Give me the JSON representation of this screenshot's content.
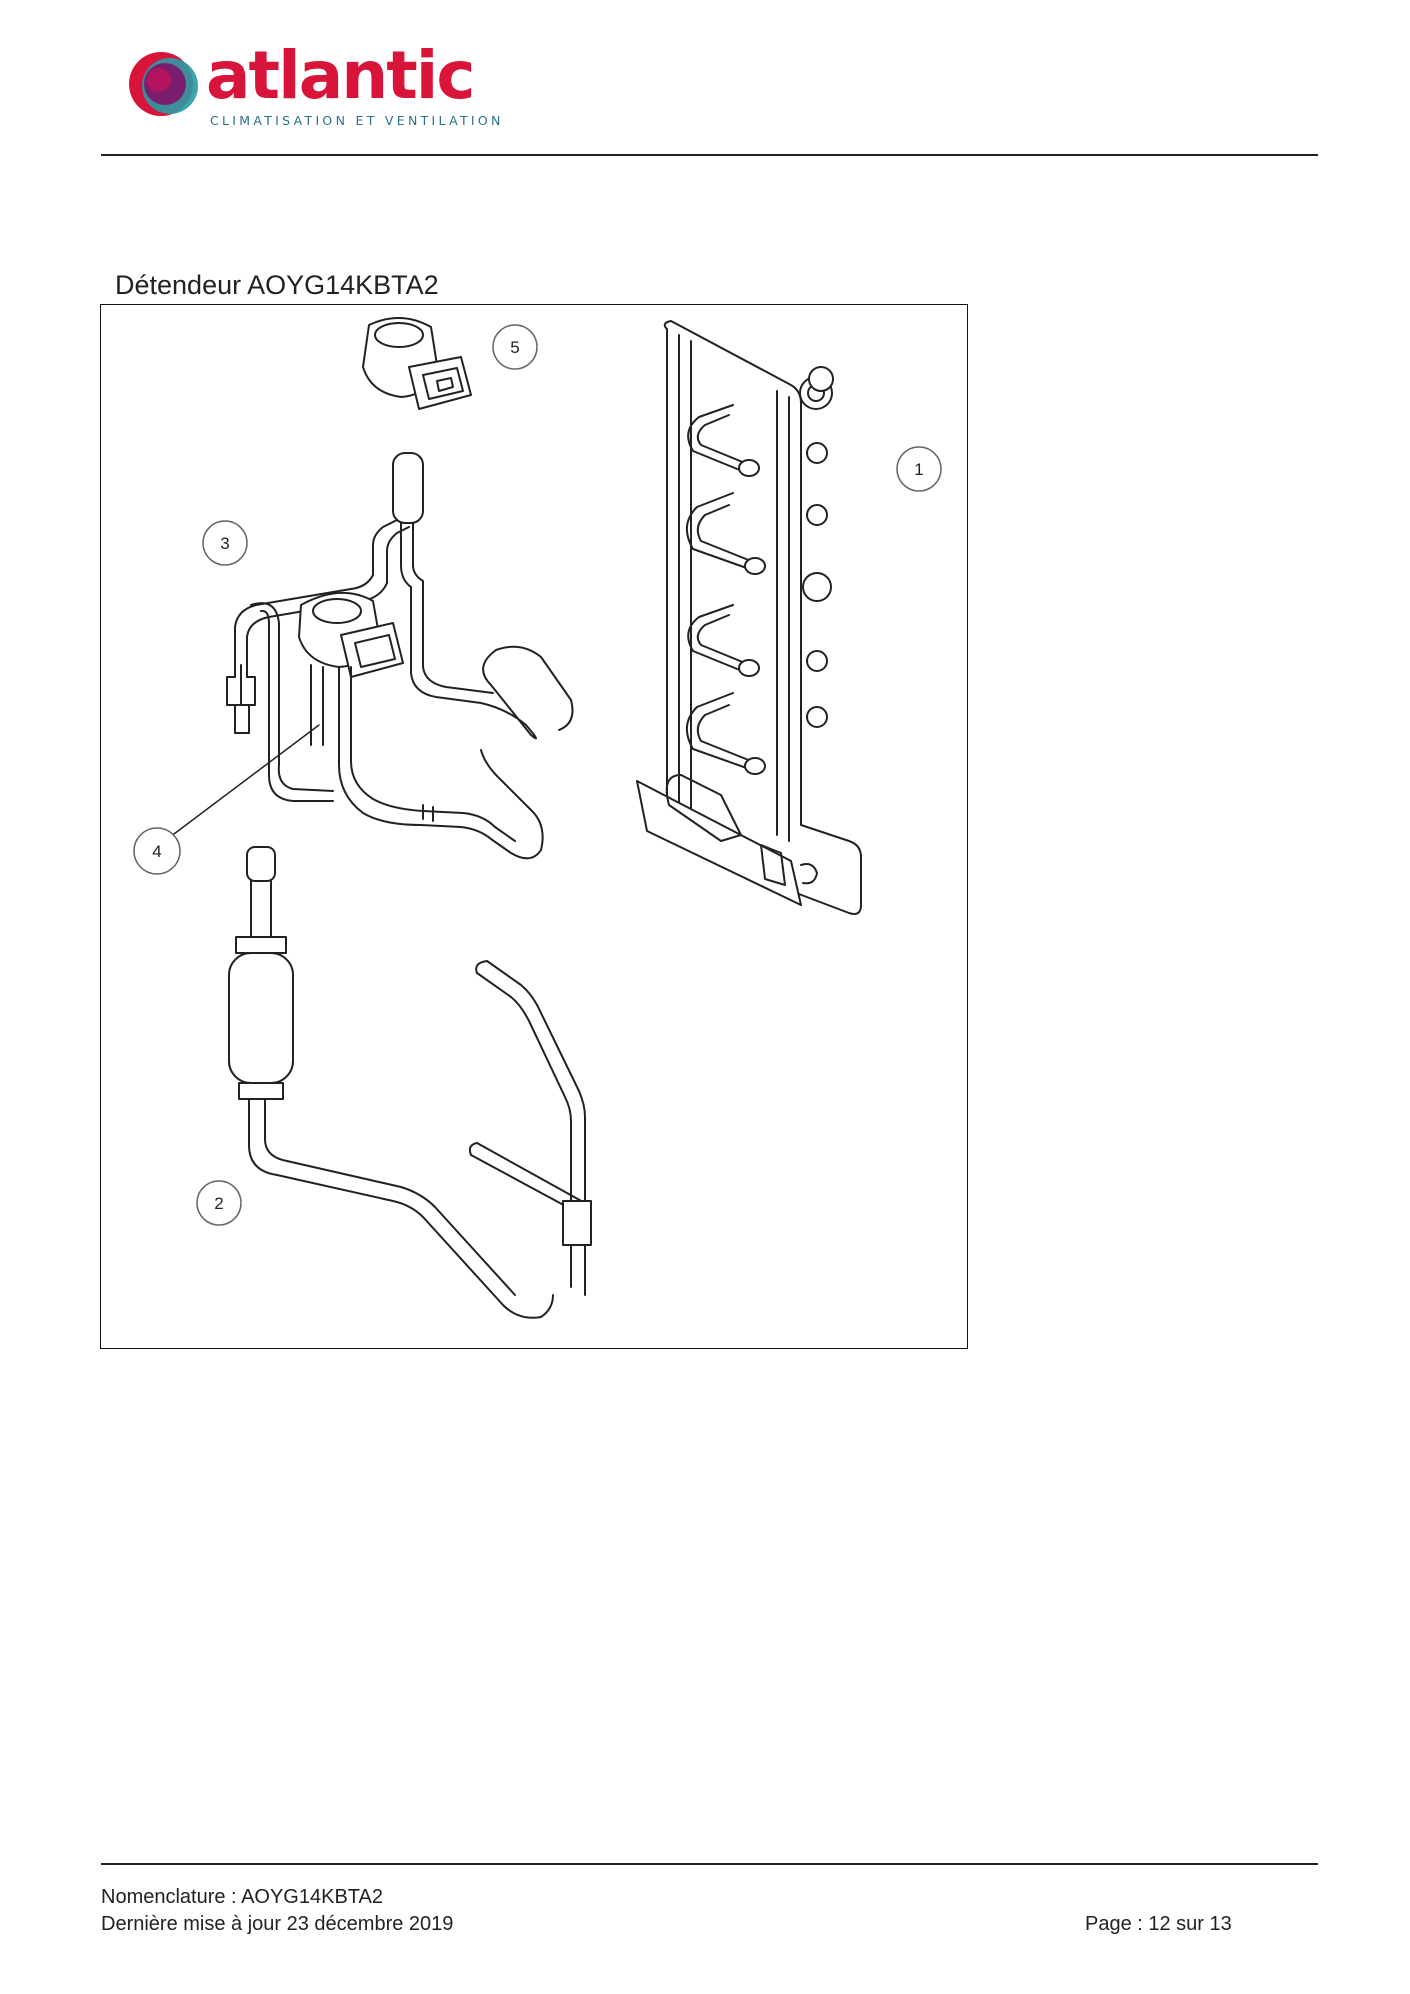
{
  "header": {
    "brand": "atlantic",
    "tagline": "CLIMATISATION ET VENTILATION",
    "colors": {
      "brand_red": "#d9143a",
      "brand_purple": "#7a1f6e",
      "brand_teal": "#2b9aa6"
    }
  },
  "section": {
    "title": "Détendeur AOYG14KBTA2"
  },
  "figure": {
    "callouts": [
      "1",
      "2",
      "3",
      "4",
      "5"
    ]
  },
  "footer": {
    "line1": "Nomenclature : AOYG14KBTA2",
    "line2": "Dernière mise à jour 23 décembre 2019",
    "page": "Page : 12 sur 13"
  }
}
